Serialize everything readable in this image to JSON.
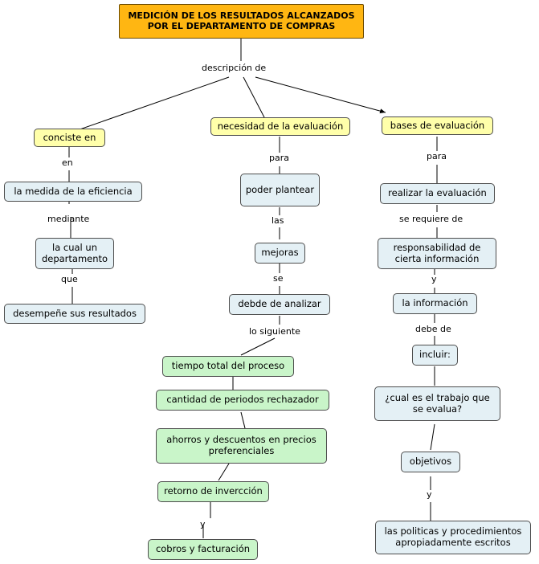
{
  "diagram": {
    "type": "concept-map",
    "title_node": {
      "label": "MEDICIÓN DE LOS RESULTADOS ALCANZADOS\nPOR EL DEPARTAMENTO DE COMPRAS",
      "color": "#ffb612"
    },
    "colors": {
      "title": "#ffb612",
      "yellow": "#ffffaa",
      "blue": "#e4f0f5",
      "green": "#c9f5c9",
      "stroke": "#4d4d4d"
    },
    "nodes": [
      {
        "id": "n1",
        "label": "conciste en",
        "style": "yellow"
      },
      {
        "id": "n2",
        "label": "necesidad de la evaluación",
        "style": "yellow"
      },
      {
        "id": "n3",
        "label": "bases de evaluación",
        "style": "yellow"
      },
      {
        "id": "n4",
        "label": "la medida de la eficiencia",
        "style": "blue"
      },
      {
        "id": "n5",
        "label": "la cual un\ndepartamento",
        "style": "blue"
      },
      {
        "id": "n6",
        "label": "desempeñe sus resultados",
        "style": "blue"
      },
      {
        "id": "n7",
        "label": "poder plantear",
        "style": "blue"
      },
      {
        "id": "n8",
        "label": "mejoras",
        "style": "blue"
      },
      {
        "id": "n9",
        "label": "debde de analizar",
        "style": "blue"
      },
      {
        "id": "n10",
        "label": "tiempo total del proceso",
        "style": "green"
      },
      {
        "id": "n11",
        "label": "cantidad de periodos rechazador",
        "style": "green"
      },
      {
        "id": "n12",
        "label": "ahorros y descuentos en precios\npreferenciales",
        "style": "green"
      },
      {
        "id": "n13",
        "label": "retorno de invercción",
        "style": "green"
      },
      {
        "id": "n14",
        "label": "cobros y facturación",
        "style": "green"
      },
      {
        "id": "n15",
        "label": "realizar la evaluación",
        "style": "blue"
      },
      {
        "id": "n16",
        "label": "responsabilidad de\ncierta información",
        "style": "blue"
      },
      {
        "id": "n17",
        "label": "la información",
        "style": "blue"
      },
      {
        "id": "n18",
        "label": "incluir:",
        "style": "blue"
      },
      {
        "id": "n19",
        "label": "¿cual es el trabajo que\nse evalua?",
        "style": "blue"
      },
      {
        "id": "n20",
        "label": "objetivos",
        "style": "blue"
      },
      {
        "id": "n21",
        "label": "las politicas y procedimientos\napropiadamente escritos",
        "style": "blue"
      }
    ],
    "edge_labels": [
      {
        "id": "e1",
        "text": "descripción de"
      },
      {
        "id": "e2",
        "text": "en"
      },
      {
        "id": "e3",
        "text": "mediante"
      },
      {
        "id": "e4",
        "text": "que"
      },
      {
        "id": "e5",
        "text": "para"
      },
      {
        "id": "e6",
        "text": "las"
      },
      {
        "id": "e7",
        "text": "se"
      },
      {
        "id": "e8",
        "text": "lo siguiente"
      },
      {
        "id": "e9",
        "text": "y"
      },
      {
        "id": "e10",
        "text": "para"
      },
      {
        "id": "e11",
        "text": "se requiere de"
      },
      {
        "id": "e12",
        "text": "y"
      },
      {
        "id": "e13",
        "text": "debe de"
      },
      {
        "id": "e14",
        "text": "y"
      }
    ]
  }
}
